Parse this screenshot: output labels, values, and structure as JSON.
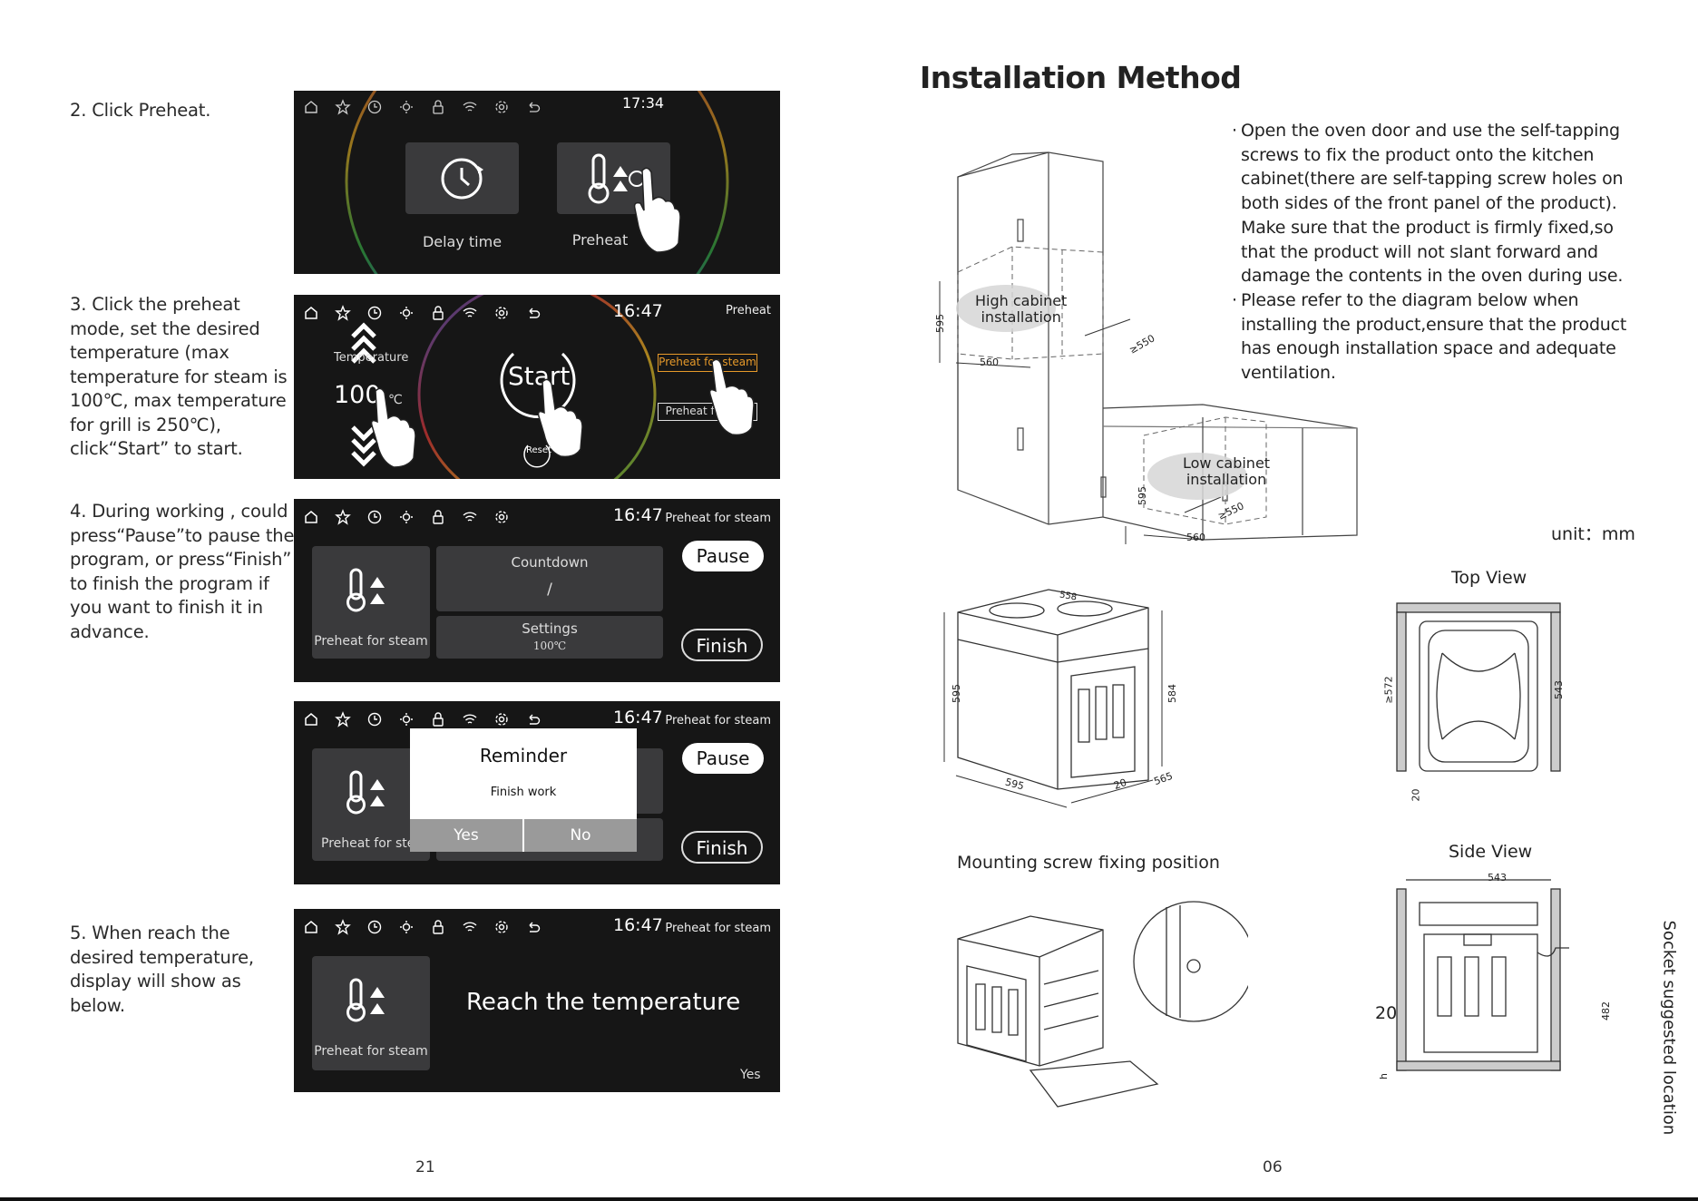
{
  "left_page": {
    "page_number": "21",
    "steps": [
      {
        "text": "2. Click Preheat."
      },
      {
        "text": "3. Click the preheat mode, set the desired temperature (max temperature for steam is 100℃, max temperature for grill is 250℃), click“Start” to start."
      },
      {
        "text": "4. During working , could press“Pause”to pause the program, or press“Finish” to finish the program if you want to finish it in advance."
      },
      {
        "text": "5. When reach the desired temperature, display will show as below."
      }
    ],
    "screen1": {
      "time": "17:34",
      "delay_label": "Delay time",
      "preheat_label": "Preheat"
    },
    "screen2": {
      "time": "16:47",
      "mode": "Preheat",
      "temp_label": "Temperature",
      "temp_value": "100",
      "temp_unit": "℃",
      "start_label": "Start",
      "reset_label": "Reset",
      "option_steam": "Preheat for steam",
      "option_grill": "Preheat for grill"
    },
    "screen3": {
      "time": "16:47",
      "mode": "Preheat for steam",
      "tile_label": "Preheat for steam",
      "countdown_label": "Countdown",
      "countdown_value": "/",
      "settings_label": "Settings",
      "settings_value": "100℃",
      "pause_label": "Pause",
      "finish_label": "Finish"
    },
    "screen4": {
      "time": "16:47",
      "mode": "Preheat for steam",
      "tile_label": "Preheat for stea",
      "dialog_title": "Reminder",
      "dialog_message": "Finish work",
      "dialog_yes": "Yes",
      "dialog_no": "No",
      "pause_label": "Pause",
      "finish_label": "Finish"
    },
    "screen5": {
      "time": "16:47",
      "mode": "Preheat for steam",
      "tile_label": "Preheat for steam",
      "message": "Reach the temperature",
      "yes_label": "Yes"
    },
    "statusbar_icons": [
      "home-icon",
      "star-icon",
      "clock-icon",
      "light-icon",
      "lock-icon",
      "wifi-icon",
      "gear-icon",
      "back-icon"
    ]
  },
  "right_page": {
    "page_number": "06",
    "title": "Installation Method",
    "bullets": [
      "Open the oven door and use the self-tapping screws to fix the product onto the kitchen cabinet(there are self-tapping screw holes on both sides of the front panel of the product). Make sure that the product is firmly fixed,so that the product will not slant forward and damage the contents in the oven during use.",
      "Please refer to the diagram below when installing the product,ensure that the product has enough installation space and adequate ventilation."
    ],
    "unit_label": "unit：mm",
    "high_cabinet_label_1": "High cabinet",
    "high_cabinet_label_2": "installation",
    "low_cabinet_label_1": "Low cabinet",
    "low_cabinet_label_2": "installation",
    "dims": {
      "high_h": "595",
      "high_w": "560",
      "high_d": "≥550",
      "low_h": "595",
      "low_w": "560",
      "low_d": "≥550",
      "oven_top": "558",
      "oven_h": "595",
      "oven_h2": "584",
      "oven_w": "595",
      "oven_d1": "20",
      "oven_d2": "565",
      "top_572": "≥572",
      "top_543": "543",
      "top_20": "20",
      "side_543": "543",
      "side_482": "482",
      "side_20": "20",
      "side_h": "h"
    },
    "top_view_label": "Top View",
    "side_view_label": "Side View",
    "mounting_label": "Mounting screw fixing position",
    "socket_label": "Socket suggested location"
  }
}
